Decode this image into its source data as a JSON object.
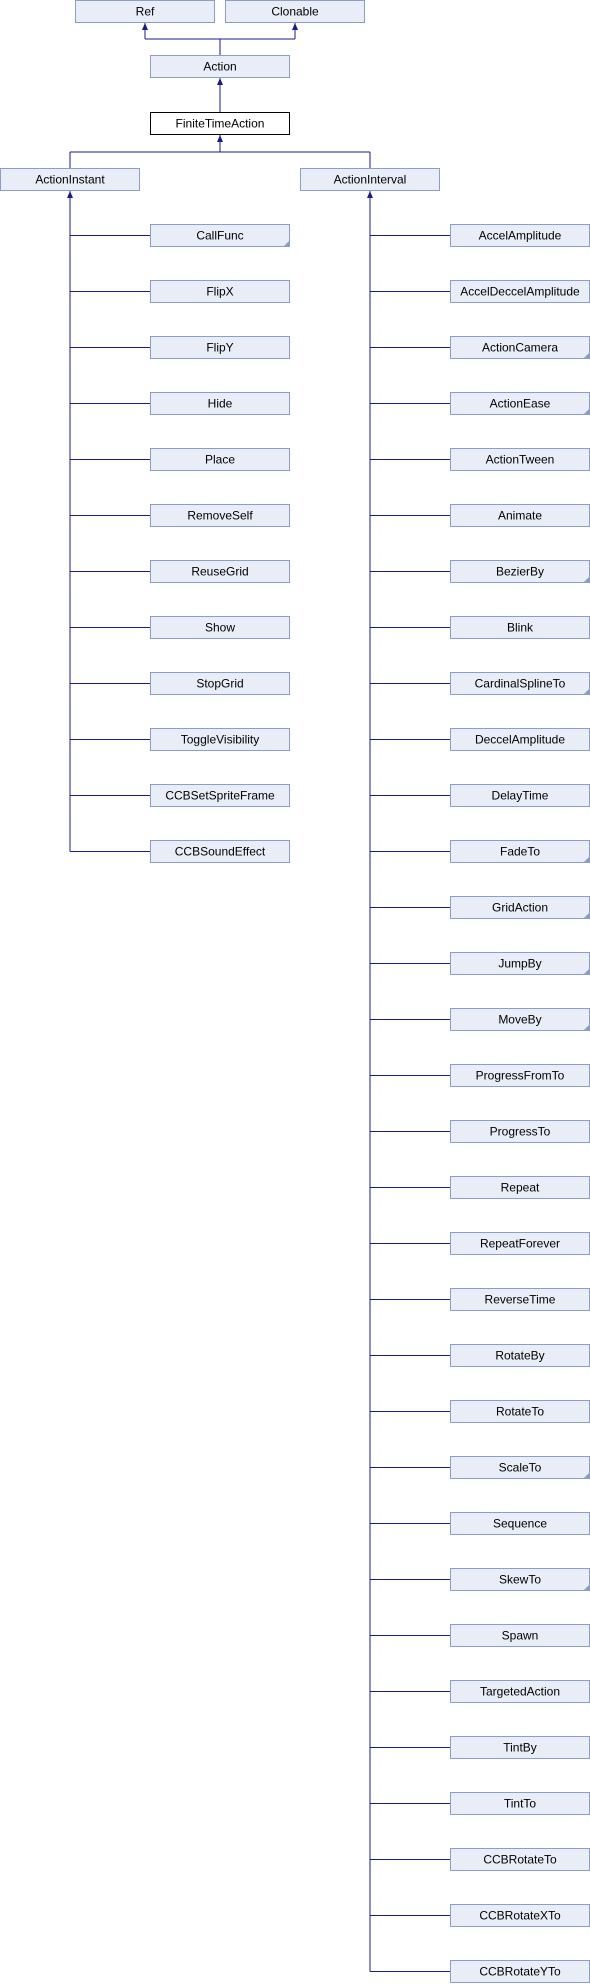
{
  "diagram": {
    "root": "FiniteTimeAction",
    "parents_level1": [
      "Ref",
      "Clonable"
    ],
    "parent_level0": "Action",
    "children": [
      "ActionInstant",
      "ActionInterval"
    ],
    "instant_children": [
      {
        "label": "CallFunc",
        "more": true
      },
      {
        "label": "FlipX",
        "more": false
      },
      {
        "label": "FlipY",
        "more": false
      },
      {
        "label": "Hide",
        "more": false
      },
      {
        "label": "Place",
        "more": false
      },
      {
        "label": "RemoveSelf",
        "more": false
      },
      {
        "label": "ReuseGrid",
        "more": false
      },
      {
        "label": "Show",
        "more": false
      },
      {
        "label": "StopGrid",
        "more": false
      },
      {
        "label": "ToggleVisibility",
        "more": false
      },
      {
        "label": "CCBSetSpriteFrame",
        "more": false
      },
      {
        "label": "CCBSoundEffect",
        "more": false
      }
    ],
    "interval_children": [
      {
        "label": "AccelAmplitude",
        "more": false
      },
      {
        "label": "AccelDeccelAmplitude",
        "more": false
      },
      {
        "label": "ActionCamera",
        "more": true
      },
      {
        "label": "ActionEase",
        "more": true
      },
      {
        "label": "ActionTween",
        "more": false
      },
      {
        "label": "Animate",
        "more": false
      },
      {
        "label": "BezierBy",
        "more": true
      },
      {
        "label": "Blink",
        "more": false
      },
      {
        "label": "CardinalSplineTo",
        "more": true
      },
      {
        "label": "DeccelAmplitude",
        "more": false
      },
      {
        "label": "DelayTime",
        "more": false
      },
      {
        "label": "FadeTo",
        "more": true
      },
      {
        "label": "GridAction",
        "more": true
      },
      {
        "label": "JumpBy",
        "more": true
      },
      {
        "label": "MoveBy",
        "more": true
      },
      {
        "label": "ProgressFromTo",
        "more": false
      },
      {
        "label": "ProgressTo",
        "more": false
      },
      {
        "label": "Repeat",
        "more": false
      },
      {
        "label": "RepeatForever",
        "more": false
      },
      {
        "label": "ReverseTime",
        "more": false
      },
      {
        "label": "RotateBy",
        "more": false
      },
      {
        "label": "RotateTo",
        "more": false
      },
      {
        "label": "ScaleTo",
        "more": true
      },
      {
        "label": "Sequence",
        "more": false
      },
      {
        "label": "SkewTo",
        "more": true
      },
      {
        "label": "Spawn",
        "more": false
      },
      {
        "label": "TargetedAction",
        "more": false
      },
      {
        "label": "TintBy",
        "more": false
      },
      {
        "label": "TintTo",
        "more": false
      },
      {
        "label": "CCBRotateTo",
        "more": false
      },
      {
        "label": "CCBRotateXTo",
        "more": false
      },
      {
        "label": "CCBRotateYTo",
        "more": false
      }
    ],
    "colors": {
      "edge": "#1a1a8c",
      "node_fill": "#e8edf8",
      "node_border": "#8c9dc6",
      "focus_border": "#000000"
    }
  }
}
